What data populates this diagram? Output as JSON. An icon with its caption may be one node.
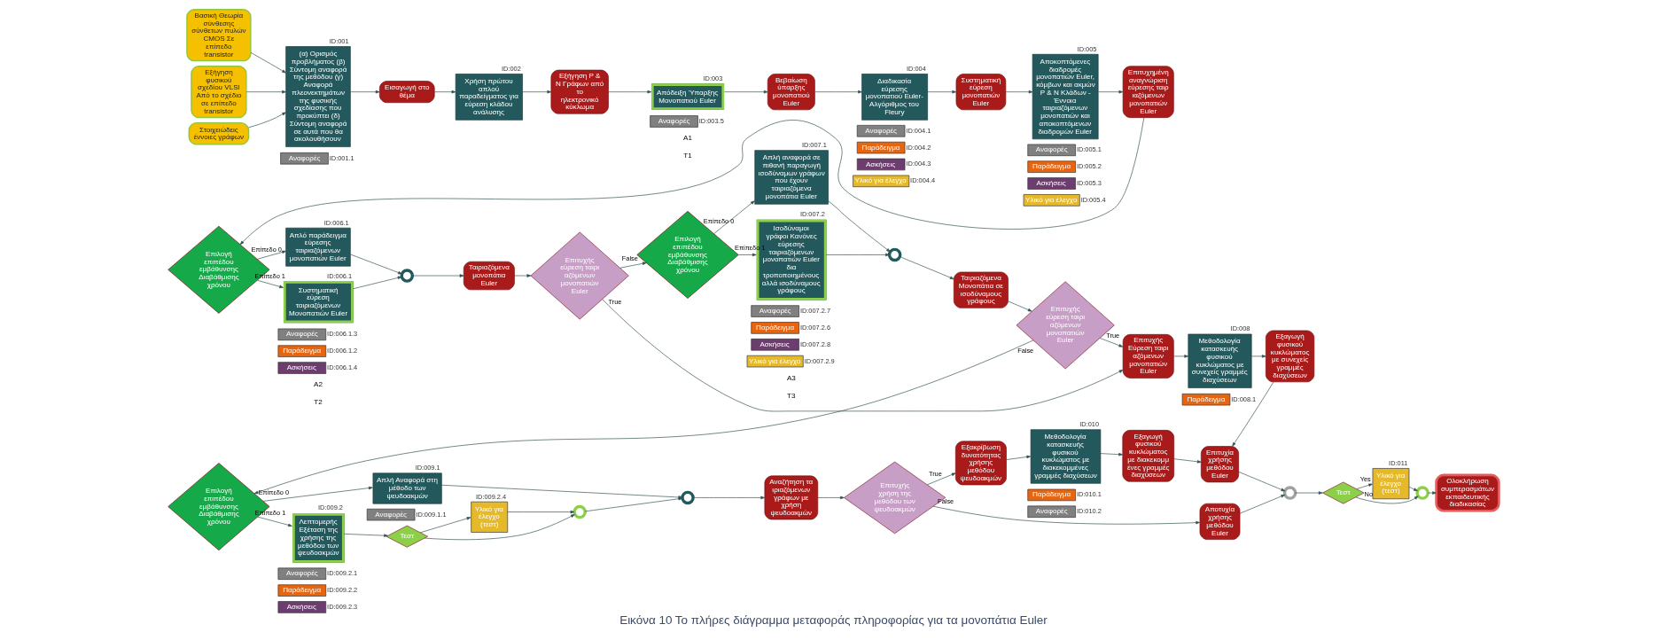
{
  "diagram": {
    "caption": "Εικόνα 10 Το πλήρες διάγραμμα μεταφοράς πληροφορίας για τα μονοπάτια Euler",
    "nodes": [
      {
        "text": [
          "Βασική Θεωρία σύνθεσης σύνθετων πυλών CMOS Σε επίπεδο transistor"
        ]
      },
      {
        "text": [
          "Εξήγηση φυσικού σχεδίου VLSI Από το σχέδιο σε επίπεδο transistor"
        ]
      },
      {
        "text": [
          "Στοιχειώδεις έννοιες γράφων"
        ]
      },
      {
        "text": [
          "(α) Ορισμός προβλήματος (β) Σύντομη αναφορά της μεθόδου (γ) Αναφορά πλεονεκτημάτων της φυσικής σχεδίασης που προκύπτει (δ) Σύντομη αναφορά σε αυτά που θα ακολουθήσουν"
        ],
        "beside": [
          "ID:001"
        ]
      },
      {
        "text": [
          "Αναφορές"
        ],
        "beside": [
          "ID:001.1"
        ]
      },
      {
        "text": [
          "Εισαγωγή στο θέμα"
        ]
      },
      {
        "text": [
          "Χρήση πρώτου απλού παραδείγματος για εύρεση κλάδου ανάλυσης"
        ],
        "beside": [
          "ID:002"
        ]
      },
      {
        "text": [
          "Εξήγηση P & N Γράφων από το ηλεκτρονικό κύκλωμα"
        ]
      },
      {
        "text": [
          "Απόδειξη Ύπαρξης Μονοπατιού Euler"
        ],
        "beside": [
          "ID:003"
        ]
      },
      {
        "text": [
          "Αναφορές"
        ],
        "beside": [
          "ID:003.5"
        ]
      },
      {
        "text": [
          "Βεβαίωση ύπαρξης μονοπατιού Euler"
        ]
      },
      {
        "text": [
          "Διαδικασία εύρεσης μονοπατιού Euler- Αλγόριθμος του Fleury"
        ],
        "beside": [
          "ID:004"
        ]
      },
      {
        "text": [
          "Αναφορές"
        ],
        "beside": [
          "ID:004.1"
        ]
      },
      {
        "text": [
          "Παράδειγμα"
        ],
        "beside": [
          "ID:004.2"
        ]
      },
      {
        "text": [
          "Ασκήσεις"
        ],
        "beside": [
          "ID:004.3"
        ]
      },
      {
        "text": [
          "Υλικό για έλεγχο"
        ],
        "beside": [
          "ID:004.4"
        ]
      },
      {
        "text": [
          "Συστηματική εύρεση μονοπατιών Euler"
        ]
      },
      {
        "text": [
          "Αποκοπτόμενες διαδρομές μονοπατιών Euler, κόμβων και ακμών P & N Κλάδων - Έννοια ταιριαζόμενων μονοπατιών και αποκοπτόμενων διαδρομών Euler"
        ],
        "beside": [
          "ID:005"
        ]
      },
      {
        "text": [
          "Αναφορές"
        ],
        "beside": [
          "ID:005.1"
        ]
      },
      {
        "text": [
          "Παράδειγμα"
        ],
        "beside": [
          "ID:005.2"
        ]
      },
      {
        "text": [
          "Ασκήσεις"
        ],
        "beside": [
          "ID:005.3"
        ]
      },
      {
        "text": [
          "Υλικό για έλεγχο"
        ],
        "beside": [
          "ID:005.4"
        ]
      },
      {
        "text": [
          "Επιτυχημένη αναγνώριση εύρεσης ταιριαζόμενων μονοπατιών Euler"
        ]
      },
      {
        "text": [
          "Επιλογή επιπέδου εμβάθυνσης Διαβάθμισης χρόνου"
        ]
      },
      {
        "text": [
          "Απλό παράδειγμα εύρεσης ταιριαζόμενων μονοπατιών Euler"
        ],
        "beside": [
          "ID:006.1"
        ]
      },
      {
        "text": [
          "Συστηματική εύρεση ταιριαζόμενων Μονοπατιών Euler"
        ],
        "beside": [
          "ID:006.1"
        ]
      },
      {
        "text": [
          "Αναφορές"
        ],
        "beside": [
          "ID:006.1.3"
        ]
      },
      {
        "text": [
          "Παράδειγμα"
        ],
        "beside": [
          "ID:006.1.2"
        ]
      },
      {
        "text": [
          "Ασκήσεις"
        ],
        "beside": [
          "ID:006.1.4"
        ]
      },
      {
        "text": [],
        "shape": "circle"
      },
      {
        "text": [
          "Ταιριαζόμενα μονοπάτια Euler"
        ]
      },
      {
        "text": [
          "Επιτυχής εύρεση ταιριαζόμενων μονοπατιών Euler"
        ]
      },
      {
        "text": [
          "Επιλογή επιπέδου εμβάθυνσης Διαβάθμισης χρόνου"
        ]
      },
      {
        "text": [
          "Απλή αναφορά σε πιθανή παραγωγή ισοδύναμων γράφων που έχουν ταιριαζόμενα μονοπάτια Euler"
        ],
        "beside": [
          "ID:007.1"
        ]
      },
      {
        "text": [
          "Ισοδύναμοι γράφοι Κανόνες εύρεσης ταιριαζόμενων μονοπατιών Euler δια τροποποιημένους αλλά ισοδύναμους γράφους"
        ],
        "beside": [
          "ID:007.2"
        ]
      },
      {
        "text": [
          "Αναφορές"
        ],
        "beside": [
          "ID:007.2.7"
        ]
      },
      {
        "text": [
          "Παράδειγμα"
        ],
        "beside": [
          "ID:007.2.6"
        ]
      },
      {
        "text": [
          "Ασκήσεις"
        ],
        "beside": [
          "ID:007.2.8"
        ]
      },
      {
        "text": [
          "Υλικό για έλεγχο"
        ],
        "beside": [
          "ID:007.2.9"
        ]
      },
      {
        "text": [],
        "shape": "circle"
      },
      {
        "text": [
          "Ταιριαζόμενα Μονοπάτια σε ισοδύναμους γράφους"
        ]
      },
      {
        "text": [
          "Επιτυχής εύρεση ταιριαζόμενων μονοπατιών Euler"
        ]
      },
      {
        "text": [
          "Επιτυχής Εύρεση ταιριαζόμενων μονοπατιών Euler"
        ]
      },
      {
        "text": [
          "Μεθοδολογία κατασκευής φυσικού κυκλώματος με συνεχείς γραμμές διαχύσεων"
        ],
        "beside": [
          "ID:008"
        ]
      },
      {
        "text": [
          "Παράδειγμα"
        ],
        "beside": [
          "ID:008.1"
        ]
      },
      {
        "text": [
          "Εξαγωγή φυσικού κυκλώματος με συνεχείς γραμμές διαχύσεων"
        ]
      },
      {
        "text": [
          "Επιλογή επιπέδου εμβάθυνσης Διαβάθμισης χρόνου"
        ]
      },
      {
        "text": [
          "Απλή Αναφορά στη μέθοδο των ψευδοακμών"
        ],
        "beside": [
          "ID:009.1"
        ]
      },
      {
        "text": [
          "Αναφορές"
        ],
        "beside": [
          "ID:009.1.1"
        ]
      },
      {
        "text": [
          "Λεπτομερής Εξέταση της χρήσης της μεθόδου των ψευδοακμών"
        ],
        "beside": [
          "ID:009.2"
        ]
      },
      {
        "text": [
          "Αναφορές"
        ],
        "beside": [
          "ID:009.2.1"
        ]
      },
      {
        "text": [
          "Παράδειγμα"
        ],
        "beside": [
          "ID:009.2.2"
        ]
      },
      {
        "text": [
          "Ασκήσεις"
        ],
        "beside": [
          "ID:009.2.3"
        ]
      },
      {
        "text": [
          "Τεστ"
        ]
      },
      {
        "text": [
          "Υλικό για έλεγχο (τεστ)"
        ],
        "beside": [
          "ID:009.2.4"
        ]
      },
      {
        "text": [],
        "shape": "circle"
      },
      {
        "text": [],
        "shape": "circle"
      },
      {
        "text": [
          "Αναζήτηση ταιριαζόμενων γράφων με χρήση ψευδοακμών"
        ]
      },
      {
        "text": [
          "Επιτυχής χρήση της μεθόδου των ψευδοακμών"
        ]
      },
      {
        "text": [
          "Εξακρίβωση δυνατότητας χρήσης μεθόδου ψευδοακμών"
        ]
      },
      {
        "text": [
          "Μεθοδολογία κατασκευής φυσικού κυκλώματος με διακεκομμένες γραμμές διαχύσεων"
        ],
        "beside": [
          "ID:010"
        ]
      },
      {
        "text": [
          "Παράδειγμα"
        ],
        "beside": [
          "ID:010.1"
        ]
      },
      {
        "text": [
          "Αναφορές"
        ],
        "beside": [
          "ID:010.2"
        ]
      },
      {
        "text": [
          "Εξαγωγή φυσικού κυκλώματος με διακεκομμένες γραμμές διαχύσεων"
        ]
      },
      {
        "text": [
          "Επιτυχία χρήσης μεθόδου Euler"
        ]
      },
      {
        "text": [
          "Αποτυχία χρήσης μεθόδου Euler"
        ]
      },
      {
        "text": [],
        "shape": "circle"
      },
      {
        "text": [
          "Τεστ"
        ]
      },
      {
        "text": [
          "Υλικό για έλεγχο (τεστ)"
        ],
        "beside": [
          "ID:011"
        ]
      },
      {
        "text": [],
        "shape": "circle"
      },
      {
        "text": [
          "Ολοκλήρωση συμπερασμάτων εκπαιδευτικής διαδικασίας"
        ]
      }
    ],
    "edges": [
      {
        "from": 0,
        "to": 3,
        "arrow": "to"
      },
      {
        "from": 1,
        "to": 3,
        "arrow": "to"
      },
      {
        "from": 2,
        "to": 3,
        "arrow": "to"
      },
      {
        "from": 3,
        "to": 5,
        "arrow": "to"
      },
      {
        "from": 5,
        "to": 6,
        "arrow": "to"
      },
      {
        "from": 6,
        "to": 7,
        "arrow": "to"
      },
      {
        "from": 7,
        "to": 8,
        "arrow": "to"
      },
      {
        "from": 8,
        "to": 10,
        "arrow": "to"
      },
      {
        "from": 10,
        "to": 11,
        "arrow": "to"
      },
      {
        "from": 11,
        "to": 16,
        "arrow": "to"
      },
      {
        "from": 16,
        "to": 17,
        "arrow": "to"
      },
      {
        "from": 17,
        "to": 22,
        "arrow": "to"
      },
      {
        "from": 22,
        "to": 23,
        "arrow": "to"
      },
      {
        "from": 23,
        "to": 24,
        "arrow": "to",
        "label": "Επίπεδο 0"
      },
      {
        "from": 23,
        "to": 25,
        "arrow": "to",
        "label": "Επίπεδο 1"
      },
      {
        "from": 24,
        "to": 29,
        "arrow": "to"
      },
      {
        "from": 25,
        "to": 29,
        "arrow": "to"
      },
      {
        "from": 29,
        "to": 30,
        "arrow": "to"
      },
      {
        "from": 30,
        "to": 31,
        "arrow": "to"
      },
      {
        "from": 31,
        "to": 42,
        "arrow": "to",
        "label": "True"
      },
      {
        "from": 31,
        "to": 32,
        "arrow": "to",
        "label": "False"
      },
      {
        "from": 32,
        "to": 33,
        "arrow": "to",
        "label": "Επίπεδο 0"
      },
      {
        "from": 32,
        "to": 34,
        "arrow": "to",
        "label": "Επίπεδο 1"
      },
      {
        "from": 33,
        "to": 39,
        "arrow": "to"
      },
      {
        "from": 34,
        "to": 39,
        "arrow": "to"
      },
      {
        "from": 39,
        "to": 40,
        "arrow": "to"
      },
      {
        "from": 40,
        "to": 41,
        "arrow": "to"
      },
      {
        "from": 41,
        "to": 42,
        "arrow": "to",
        "label": "True"
      },
      {
        "from": 41,
        "to": 46,
        "arrow": "to",
        "label": "False"
      },
      {
        "from": 42,
        "to": 43,
        "arrow": "to"
      },
      {
        "from": 43,
        "to": 45,
        "arrow": "to"
      },
      {
        "from": 45,
        "to": 64,
        "arrow": "to"
      },
      {
        "from": 46,
        "to": 47,
        "arrow": "to",
        "label": "Επίπεδο 0"
      },
      {
        "from": 46,
        "to": 49,
        "arrow": "to",
        "label": "Επίπεδο 1"
      },
      {
        "from": 47,
        "to": 56,
        "arrow": "to"
      },
      {
        "from": 49,
        "to": 53,
        "arrow": "to"
      },
      {
        "from": 53,
        "to": 55,
        "arrow": "to"
      },
      {
        "from": 53,
        "to": 54,
        "arrow": "to"
      },
      {
        "from": 54,
        "to": 55,
        "arrow": "to"
      },
      {
        "from": 55,
        "to": 56,
        "arrow": "to"
      },
      {
        "from": 56,
        "to": 57,
        "arrow": "to"
      },
      {
        "from": 57,
        "to": 58,
        "arrow": "to"
      },
      {
        "from": 58,
        "to": 59,
        "arrow": "to",
        "label": "True"
      },
      {
        "from": 58,
        "to": 65,
        "arrow": "to",
        "label": "False"
      },
      {
        "from": 59,
        "to": 60,
        "arrow": "to"
      },
      {
        "from": 60,
        "to": 63,
        "arrow": "to"
      },
      {
        "from": 63,
        "to": 64,
        "arrow": "to"
      },
      {
        "from": 64,
        "to": 66,
        "arrow": "to"
      },
      {
        "from": 65,
        "to": 66,
        "arrow": "to"
      },
      {
        "from": 66,
        "to": 67,
        "arrow": "to"
      },
      {
        "from": 67,
        "to": 69,
        "arrow": "to",
        "label": "No"
      },
      {
        "from": 67,
        "to": 68,
        "arrow": "to",
        "label": "Yes"
      },
      {
        "from": 68,
        "to": 69,
        "arrow": "to"
      },
      {
        "from": 69,
        "to": 70,
        "arrow": "to"
      }
    ],
    "labels": [
      "A1",
      "T1",
      "A2",
      "T2",
      "A3",
      "T3"
    ]
  }
}
